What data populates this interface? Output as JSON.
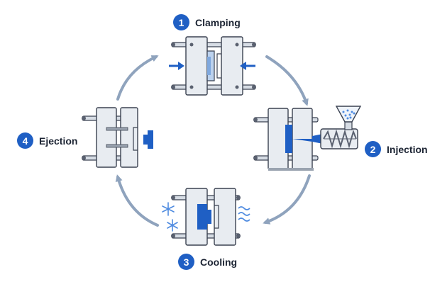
{
  "colors": {
    "accent": "#1f5fc4",
    "cycle_arrow": "#8fa3bd",
    "plate_fill": "#e8ecf1",
    "outline": "#3a4150"
  },
  "steps": [
    {
      "number": "1",
      "label": "Clamping"
    },
    {
      "number": "2",
      "label": "Injection"
    },
    {
      "number": "3",
      "label": "Cooling"
    },
    {
      "number": "4",
      "label": "Ejection"
    }
  ],
  "icons": [
    "clamp-arrow-icon",
    "hopper-icon",
    "screw-icon",
    "snowflake-icon",
    "heat-wave-icon",
    "ejected-part-icon"
  ]
}
